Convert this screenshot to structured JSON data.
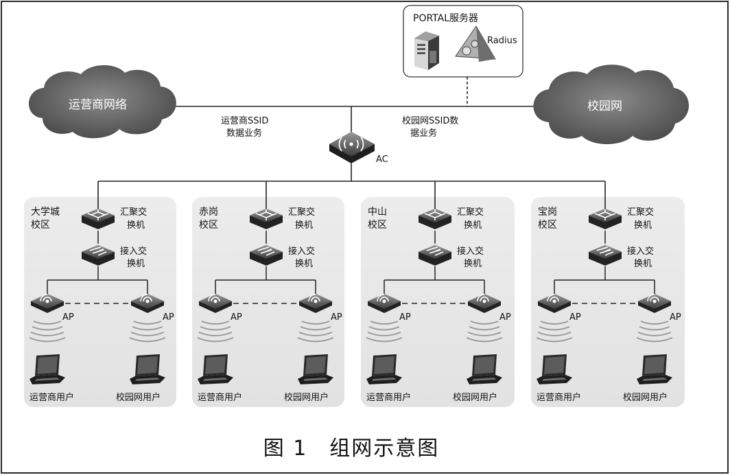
{
  "portal": {
    "title": "PORTAL服务器",
    "radius": "Radius"
  },
  "clouds": {
    "carrier": "运营商网络",
    "campus": "校园网"
  },
  "links": {
    "carrier_ssid_1": "运营商SSID",
    "carrier_ssid_2": "数据业务",
    "campus_ssid_1": "校园网SSID数",
    "campus_ssid_2": "据业务"
  },
  "ac": {
    "label": "AC"
  },
  "campuses": [
    {
      "name_1": "大学城",
      "name_2": "校区",
      "agg_1": "汇聚交",
      "agg_2": "换机",
      "acc_1": "接入交",
      "acc_2": "换机",
      "ap_left": "AP",
      "ap_right": "AP",
      "user_left": "运营商用户",
      "user_right": "校园网用户"
    },
    {
      "name_1": "赤岗",
      "name_2": "校区",
      "agg_1": "汇聚交",
      "agg_2": "换机",
      "acc_1": "接入交",
      "acc_2": "换机",
      "ap_left": "AP",
      "ap_right": "AP",
      "user_left": "运营商用户",
      "user_right": "校园网用户"
    },
    {
      "name_1": "中山",
      "name_2": "校区",
      "agg_1": "汇聚交",
      "agg_2": "换机",
      "acc_1": "接入交",
      "acc_2": "换机",
      "ap_left": "AP",
      "ap_right": "AP",
      "user_left": "运营商用户",
      "user_right": "校园网用户"
    },
    {
      "name_1": "宝岗",
      "name_2": "校区",
      "agg_1": "汇聚交",
      "agg_2": "换机",
      "acc_1": "接入交",
      "acc_2": "换机",
      "ap_left": "AP",
      "ap_right": "AP",
      "user_left": "运营商用户",
      "user_right": "校园网用户"
    }
  ],
  "caption": "图 1　组网示意图"
}
